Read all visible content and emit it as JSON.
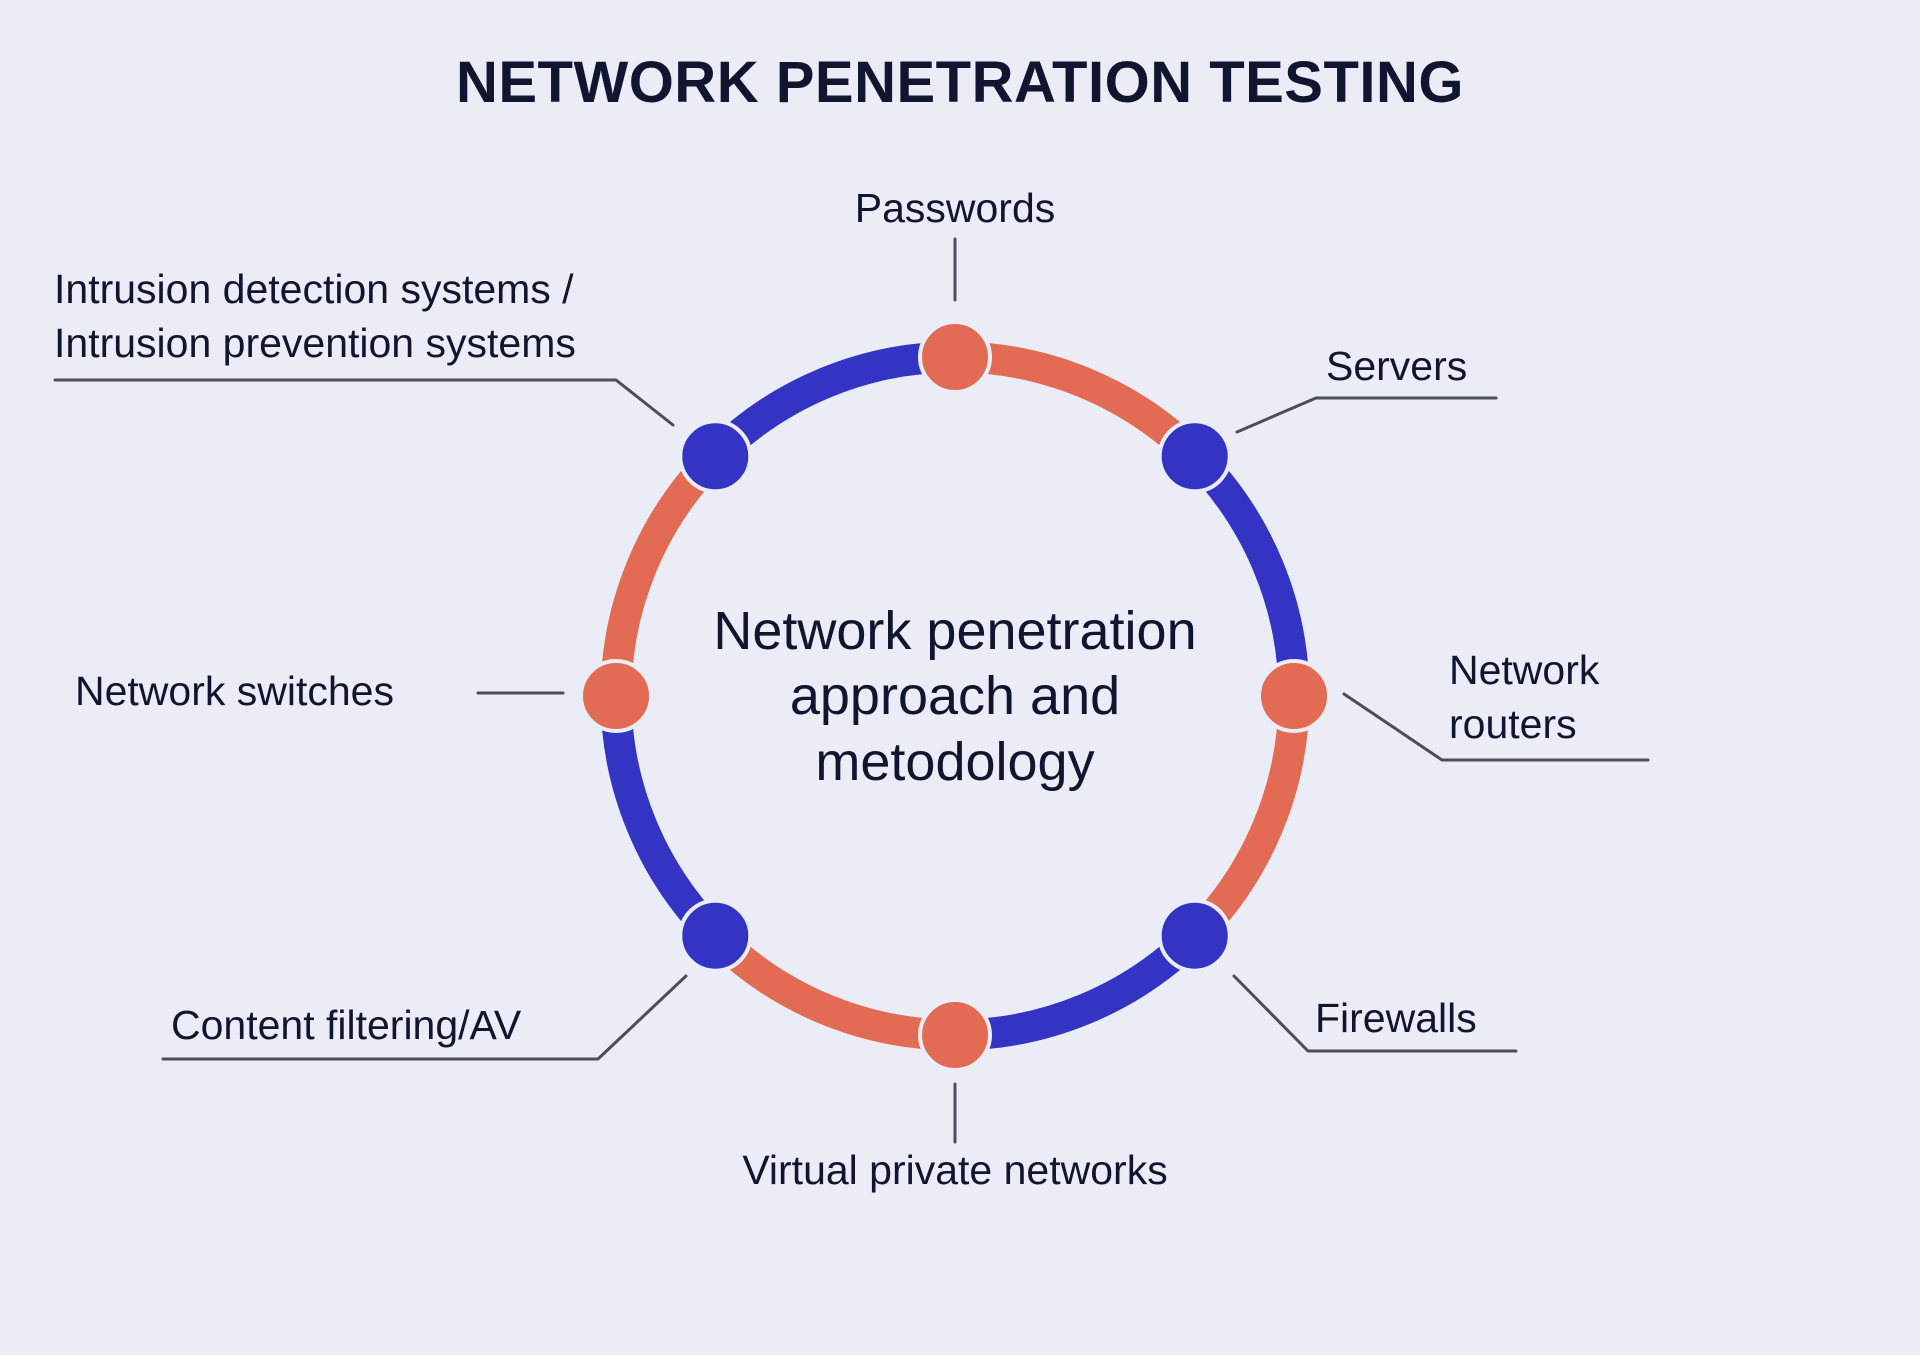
{
  "title": "NETWORK PENETRATION TESTING",
  "center_text": [
    "Network penetration",
    "approach and",
    "metodology"
  ],
  "colors": {
    "background": "#eaedf6",
    "blue": "#3434c4",
    "orange": "#e36b53",
    "text": "#121530",
    "leader_line": "#4a4d5e"
  },
  "nodes": [
    {
      "id": "passwords",
      "color": "orange",
      "label": [
        "Passwords"
      ]
    },
    {
      "id": "servers",
      "color": "blue",
      "label": [
        "Servers"
      ]
    },
    {
      "id": "network-routers",
      "color": "orange",
      "label": [
        "Network",
        "routers"
      ]
    },
    {
      "id": "firewalls",
      "color": "blue",
      "label": [
        "Firewalls"
      ]
    },
    {
      "id": "virtual-private-networks",
      "color": "orange",
      "label": [
        "Virtual private networks"
      ]
    },
    {
      "id": "content-filtering-av",
      "color": "blue",
      "label": [
        "Content filtering/AV"
      ]
    },
    {
      "id": "network-switches",
      "color": "orange",
      "label": [
        "Network switches"
      ]
    },
    {
      "id": "ids-ips",
      "color": "blue",
      "label": [
        "Intrusion detection systems /",
        "Intrusion prevention systems"
      ]
    }
  ]
}
